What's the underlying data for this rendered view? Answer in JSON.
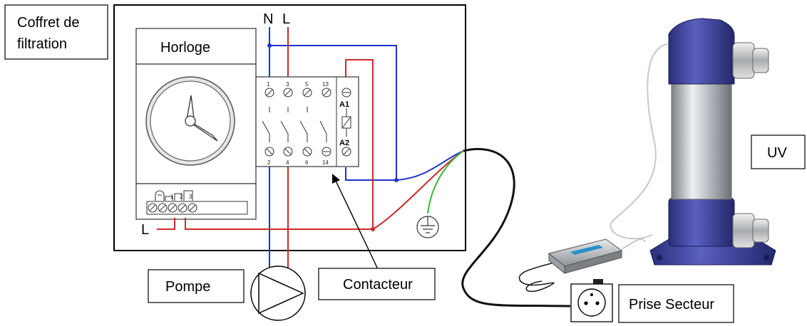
{
  "labels": {
    "coffret_line1": "Coffret de",
    "coffret_line2": "filtration",
    "horloge": "Horloge",
    "neutral": "N",
    "live": "L",
    "live_left": "L",
    "uv": "UV",
    "pompe": "Pompe",
    "contacteur": "Contacteur",
    "prise": "Prise Secteur",
    "a1": "A1",
    "a2": "A2",
    "t1": "1",
    "t3": "3",
    "t5": "5",
    "t13": "13",
    "t2": "2",
    "t4": "4",
    "t6": "6",
    "t14": "14",
    "clock_t1": "1",
    "clock_t2": "2",
    "clock_t3": "3"
  },
  "colors": {
    "neutral_wire": "#1f33c8",
    "live_wire": "#cc2a2a",
    "earth_wire": "#33bb33",
    "cable": "#111111",
    "uv_cap": "#3a3f9a",
    "uv_body": "#b5b8bc"
  },
  "icons": [
    "clock-icon",
    "pump-icon",
    "earth-symbol-icon",
    "socket-icon",
    "uv-lamp-illustration",
    "power-supply-illustration"
  ]
}
